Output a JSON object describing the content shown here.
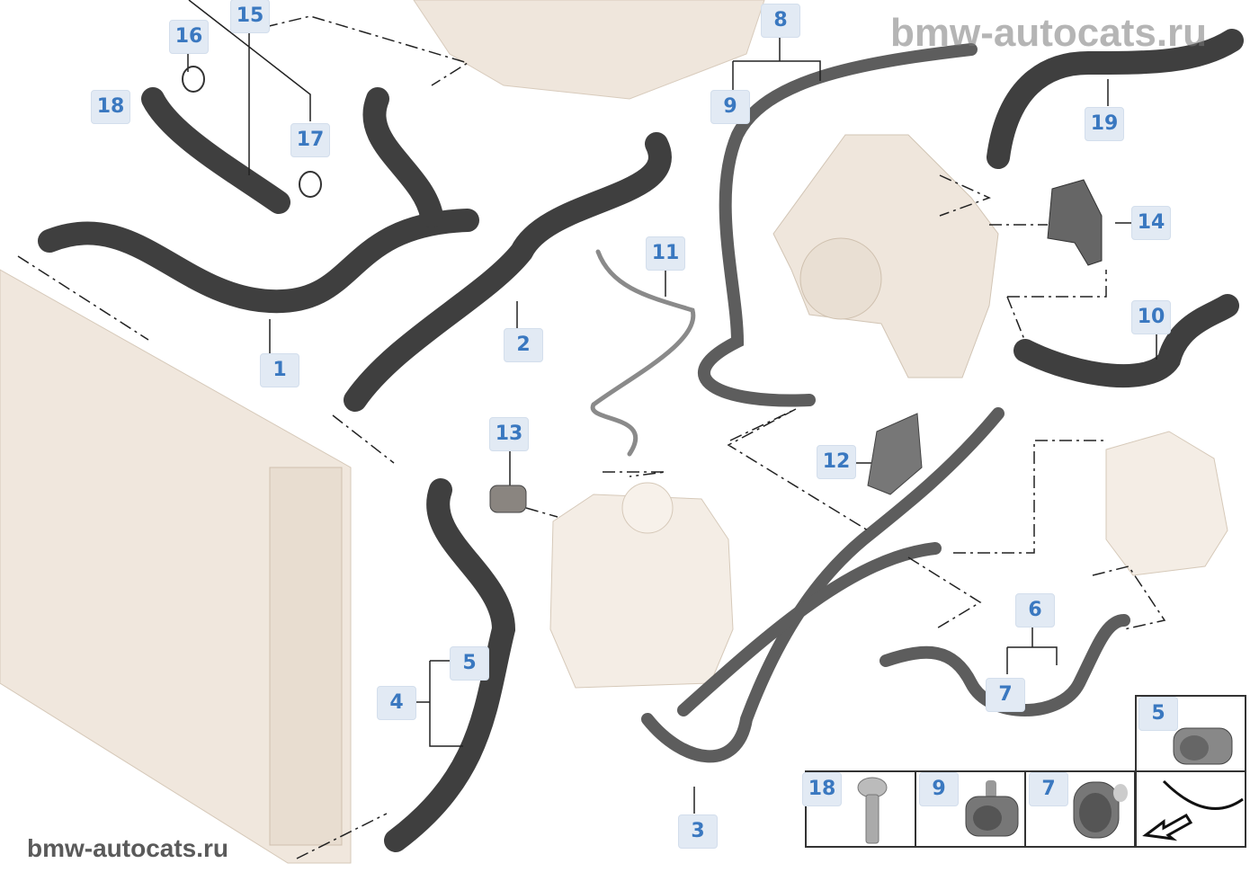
{
  "diagram": {
    "watermarks": {
      "top": "bmw-autocats.ru",
      "bottom": "bmw-autocats.ru"
    },
    "callouts": [
      {
        "id": "16",
        "label": "16"
      },
      {
        "id": "15",
        "label": "15"
      },
      {
        "id": "18",
        "label": "18"
      },
      {
        "id": "17",
        "label": "17"
      },
      {
        "id": "8",
        "label": "8"
      },
      {
        "id": "9",
        "label": "9"
      },
      {
        "id": "19",
        "label": "19"
      },
      {
        "id": "14",
        "label": "14"
      },
      {
        "id": "11",
        "label": "11"
      },
      {
        "id": "10",
        "label": "10"
      },
      {
        "id": "1",
        "label": "1"
      },
      {
        "id": "2",
        "label": "2"
      },
      {
        "id": "13",
        "label": "13"
      },
      {
        "id": "12",
        "label": "12"
      },
      {
        "id": "6",
        "label": "6"
      },
      {
        "id": "5",
        "label": "5"
      },
      {
        "id": "4",
        "label": "4"
      },
      {
        "id": "7",
        "label": "7"
      },
      {
        "id": "3",
        "label": "3"
      }
    ],
    "legend": [
      {
        "label": "5",
        "part": "hose-clip"
      },
      {
        "label": "18",
        "part": "bolt"
      },
      {
        "label": "9",
        "part": "clip-with-stud"
      },
      {
        "label": "7",
        "part": "clamp"
      }
    ],
    "colors": {
      "callout_text": "#3a78c0",
      "callout_bg": "#e2eaf4",
      "hose": "#555555",
      "housing": "#efe6dc"
    }
  }
}
